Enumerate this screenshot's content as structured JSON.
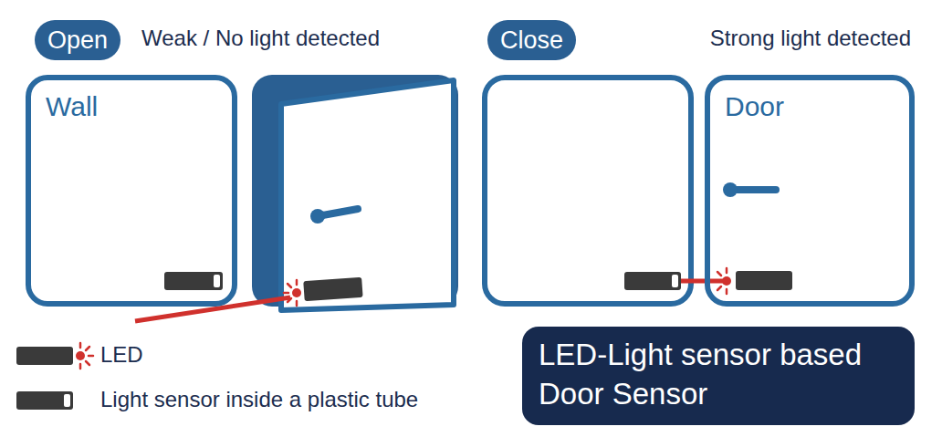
{
  "diagram": {
    "title": "LED-Light sensor based Door Sensor",
    "nodes": [
      {
        "text": [
          "Open"
        ]
      },
      {
        "text": [
          "Close"
        ]
      },
      {
        "text": [
          "Wall"
        ]
      },
      {
        "text": [
          "Door"
        ]
      }
    ],
    "labels": [
      "Weak / No light detected",
      "Strong light detected"
    ],
    "legend": [
      {
        "text": "LED"
      },
      {
        "text": "Light sensor inside a plastic tube"
      }
    ]
  }
}
